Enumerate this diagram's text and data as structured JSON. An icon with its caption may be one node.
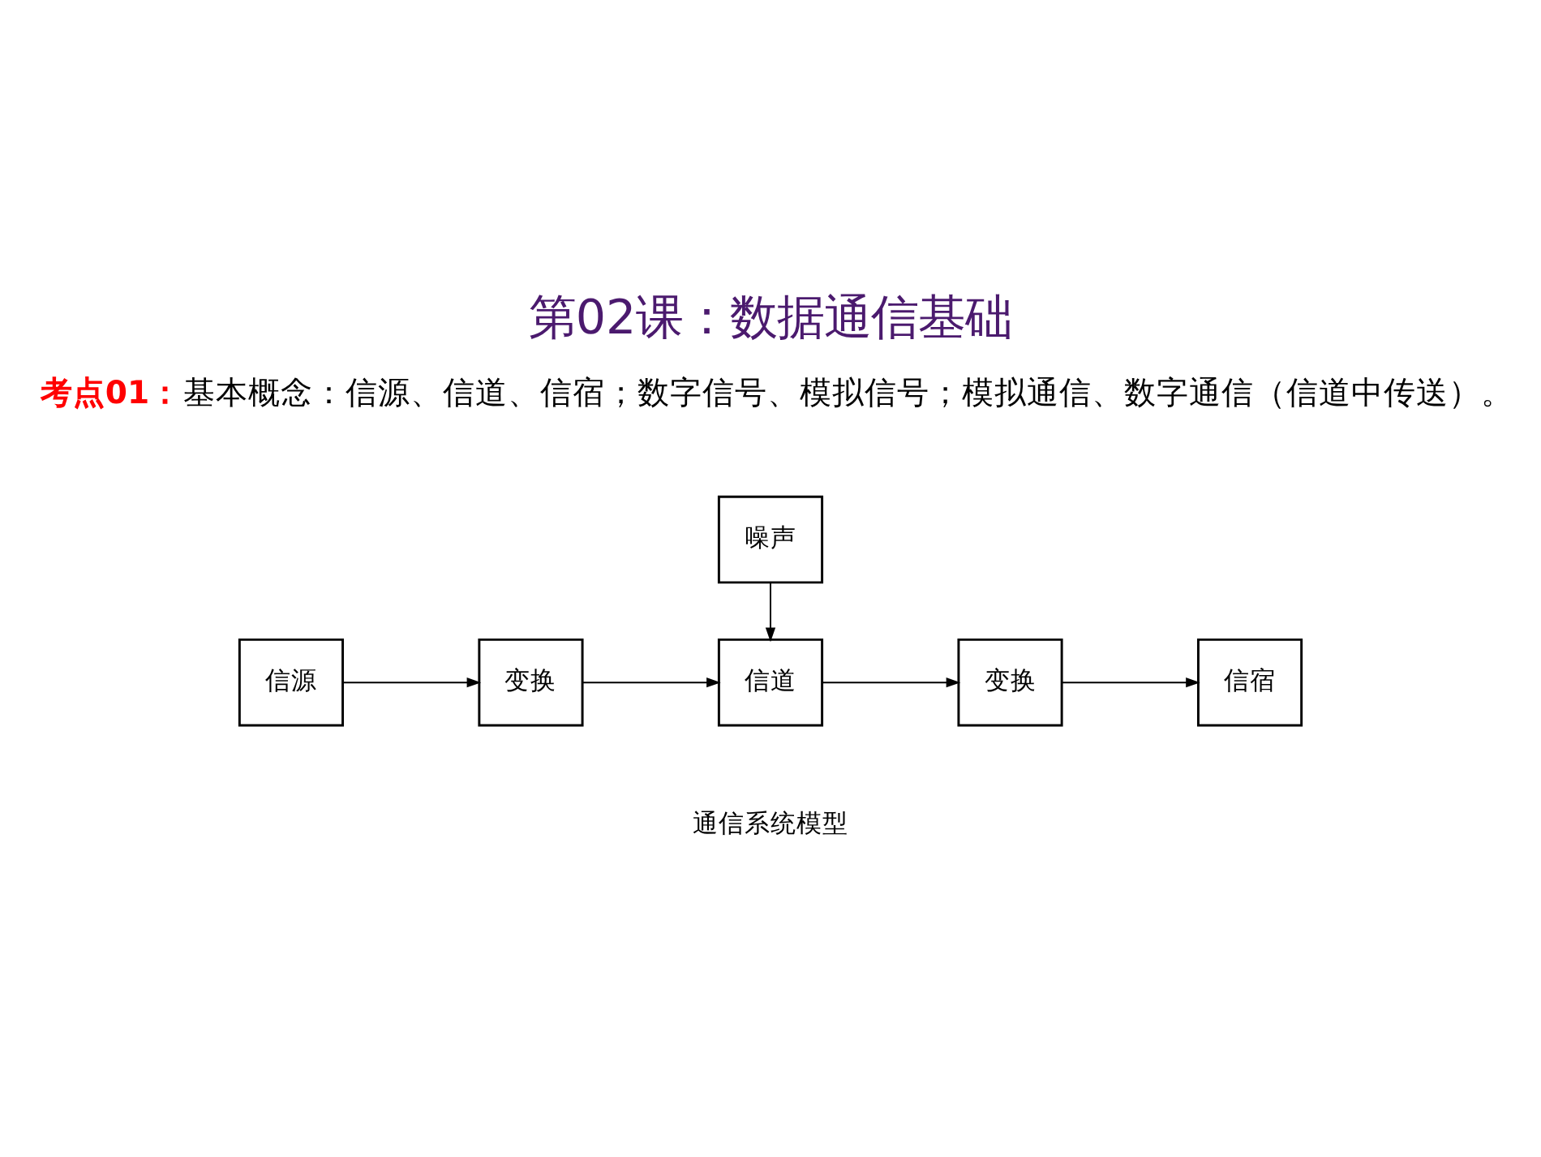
{
  "diagram": {
    "title": "第02课：数据通信基础",
    "caption": "通信系统模型",
    "nodes": [
      {
        "text": [
          "信源"
        ]
      },
      {
        "text": [
          "变换"
        ]
      },
      {
        "text": [
          "信道"
        ]
      },
      {
        "text": [
          "变换"
        ]
      },
      {
        "text": [
          "信宿"
        ]
      },
      {
        "text": [
          "噪声"
        ]
      }
    ],
    "edges": [
      {
        "from": 0,
        "to": 1,
        "arrow": "to"
      },
      {
        "from": 1,
        "to": 2,
        "arrow": "to"
      },
      {
        "from": 5,
        "to": 2,
        "arrow": "to"
      },
      {
        "from": 2,
        "to": 3,
        "arrow": "to"
      },
      {
        "from": 3,
        "to": 4,
        "arrow": "to"
      }
    ],
    "labels": [
      "考点01：",
      "基本概念：信源、信道、信宿；数字信号、模拟信号；模拟通信、数字通信（信道中传送）。"
    ]
  }
}
